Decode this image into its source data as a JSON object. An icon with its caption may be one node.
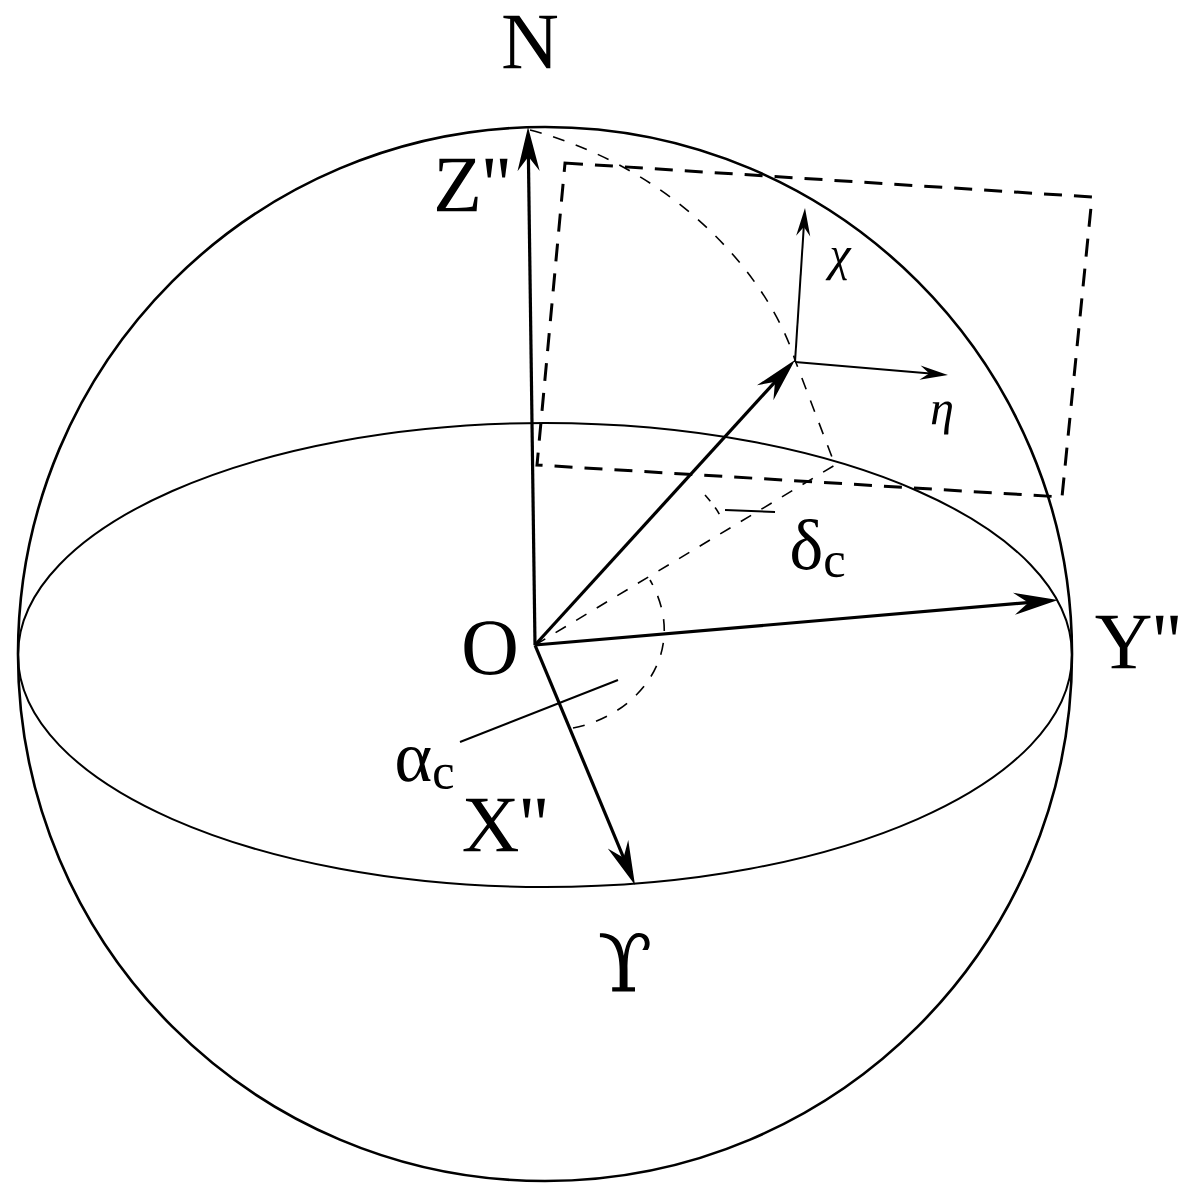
{
  "diagram": {
    "nodes": [
      {
        "text": [
          "α$_{c}$"
        ]
      },
      {
        "text": [
          "δ$_{c}$"
        ]
      }
    ],
    "edges": [
      {
        "from": 0,
        "to": null,
        "arrow": "none"
      },
      {
        "from": 1,
        "to": null,
        "arrow": "none"
      }
    ],
    "labels": [
      "N",
      "Z''",
      "χ",
      "η",
      "O",
      "Y''",
      "X''",
      "ϒ"
    ]
  }
}
